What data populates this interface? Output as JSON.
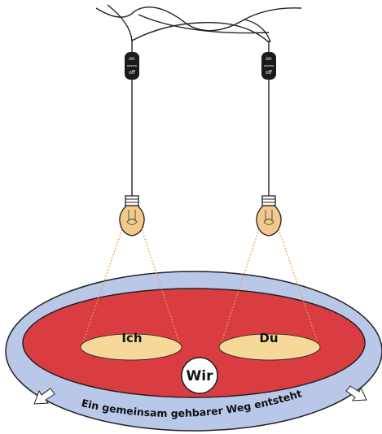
{
  "colors": {
    "outer_ring": "#b9c8e8",
    "inner_field": "#d93d41",
    "light_pool": "#f5d89a",
    "bulb": "#f2c98a",
    "wire": "#222222",
    "beam": "#e0a050",
    "wir_circle": "#ffffff"
  },
  "lamps": [
    {
      "name": "left-lamp",
      "switch_on": "on",
      "switch_off": "off"
    },
    {
      "name": "right-lamp",
      "switch_on": "on",
      "switch_off": "off"
    }
  ],
  "labels": {
    "ich": "Ich",
    "du": "Du",
    "wir": "Wir"
  },
  "path_caption": "Ein gemeinsam gehbarer Weg entsteht",
  "icons": [
    "arrow-up-icon",
    "arrow-down-left-icon",
    "arrow-down-right-icon",
    "light-bulb-icon",
    "switch-icon"
  ]
}
